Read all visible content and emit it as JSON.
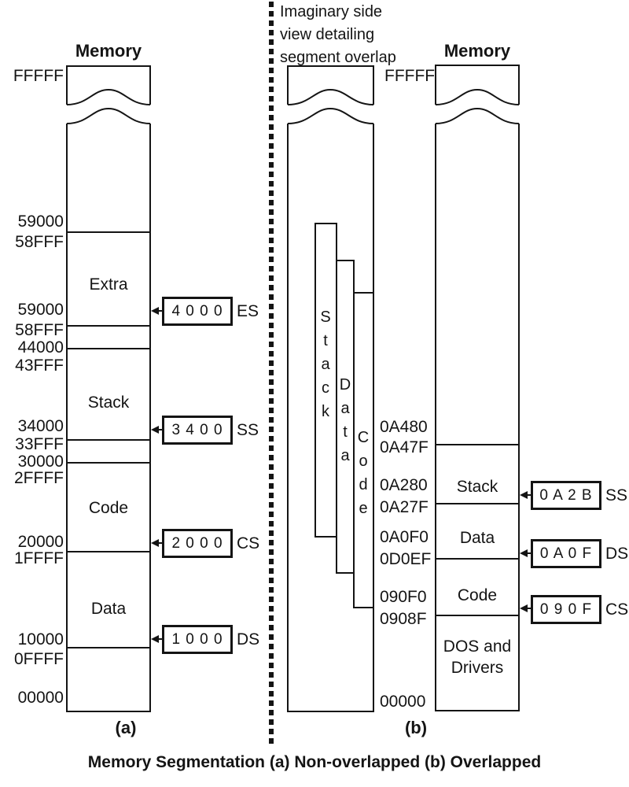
{
  "figure": {
    "caption": "Memory Segmentation (a) Non-overlapped   (b)  Overlapped",
    "panel_a": {
      "title": "Memory",
      "panel_label": "(a)",
      "addresses": [
        "FFFFF",
        "59000",
        "58FFF",
        "59000",
        "58FFF",
        "44000",
        "43FFF",
        "34000",
        "33FFF",
        "30000",
        "2FFFF",
        "20000",
        "1FFFF",
        "10000",
        "0FFFF",
        "00000"
      ],
      "segments": [
        "Extra",
        "Stack",
        "Code",
        "Data"
      ],
      "registers": [
        {
          "value": "4 0 0 0",
          "name": "ES"
        },
        {
          "value": "3 4 0 0",
          "name": "SS"
        },
        {
          "value": "2 0 0 0",
          "name": "CS"
        },
        {
          "value": "1 0 0 0",
          "name": "DS"
        }
      ]
    },
    "side_view": {
      "note_lines": [
        "Imaginary side",
        "view detailing",
        "segment overlap"
      ],
      "bars": [
        "Stack",
        "Data",
        "Code"
      ]
    },
    "panel_b": {
      "title": "Memory",
      "panel_label": "(b)",
      "addresses": [
        "FFFFF",
        "0A480",
        "0A47F",
        "0A280",
        "0A27F",
        "0A0F0",
        "0D0EF",
        "090F0",
        "0908F",
        "00000"
      ],
      "segments": [
        "Stack",
        "Data",
        "Code",
        "DOS and Drivers"
      ],
      "registers": [
        {
          "value": "0 A 2 B",
          "name": "SS"
        },
        {
          "value": "0 A 0 F",
          "name": "DS"
        },
        {
          "value": "0 9 0 F",
          "name": "CS"
        }
      ]
    },
    "line_color": "#141414"
  }
}
